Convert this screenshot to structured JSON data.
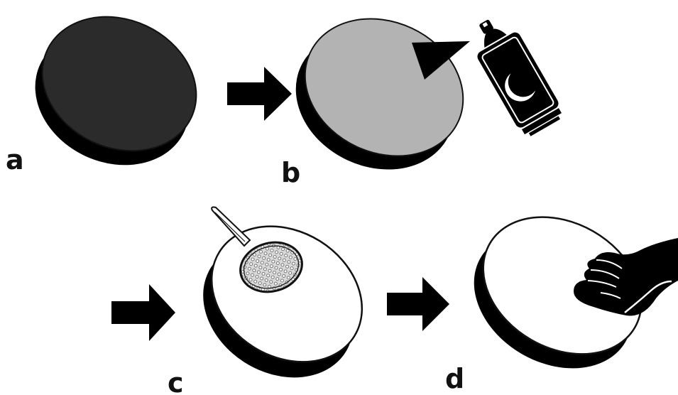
{
  "figure": {
    "panels": [
      {
        "id": "a",
        "label": "a",
        "surface": "dark"
      },
      {
        "id": "b",
        "label": "b",
        "surface": "sprayed"
      },
      {
        "id": "c",
        "label": "c",
        "surface": "powdered"
      },
      {
        "id": "d",
        "label": "d",
        "surface": "wiped"
      }
    ],
    "colors": {
      "ink": "#111111",
      "dark_surface": "#2b2b2b",
      "sprayed_surface": "#b3b3b3",
      "light_surface": "#ffffff",
      "sieve_mesh": "#8a8a8a",
      "background": "#ffffff"
    },
    "icons": [
      "arrow-right-icon",
      "spray-can-icon",
      "sieve-icon",
      "gloved-hand-icon"
    ]
  }
}
